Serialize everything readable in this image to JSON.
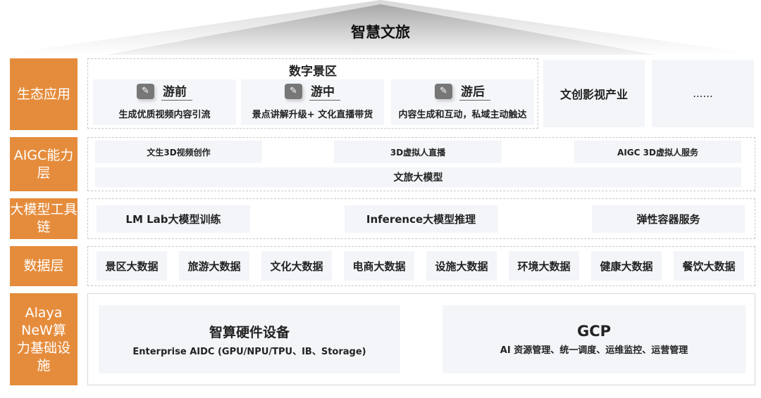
{
  "title": "智慧文旅",
  "colors": {
    "label_bg": "#e58c3c",
    "box_bg": "#f3f5f8"
  },
  "layers": {
    "eco": {
      "label": "生态应用",
      "group_title": "数字景区",
      "stages": [
        {
          "title": "游前",
          "desc": "生成优质视频内容引流",
          "icon": "edit-icon"
        },
        {
          "title": "游中",
          "desc": "景点讲解升级+ 文化直播带货",
          "icon": "edit-icon"
        },
        {
          "title": "游后",
          "desc": "内容生成和互动，私域主动触达",
          "icon": "edit-icon"
        }
      ],
      "others": [
        "文创影视产业",
        "......"
      ]
    },
    "aigc": {
      "label": "AIGC能力层",
      "items": [
        "文生3D视频创作",
        "3D虚拟人直播",
        "AIGC 3D虚拟人服务"
      ],
      "base": "文旅大模型"
    },
    "tools": {
      "label": "大模型工具链",
      "items": [
        "LM Lab大模型训练",
        "Inference大模型推理",
        "弹性容器服务"
      ]
    },
    "data": {
      "label": "数据层",
      "items": [
        "景区大数据",
        "旅游大数据",
        "文化大数据",
        "电商大数据",
        "设施大数据",
        "环境大数据",
        "健康大数据",
        "餐饮大数据"
      ]
    },
    "infra": {
      "label": "Alaya NeW算力基础设施",
      "left": {
        "title": "智算硬件设备",
        "desc": "Enterprise AIDC (GPU/NPU/TPU、IB、Storage)"
      },
      "right": {
        "title": "GCP",
        "desc": "AI 资源管理、统一调度、运维监控、运营管理"
      }
    }
  }
}
